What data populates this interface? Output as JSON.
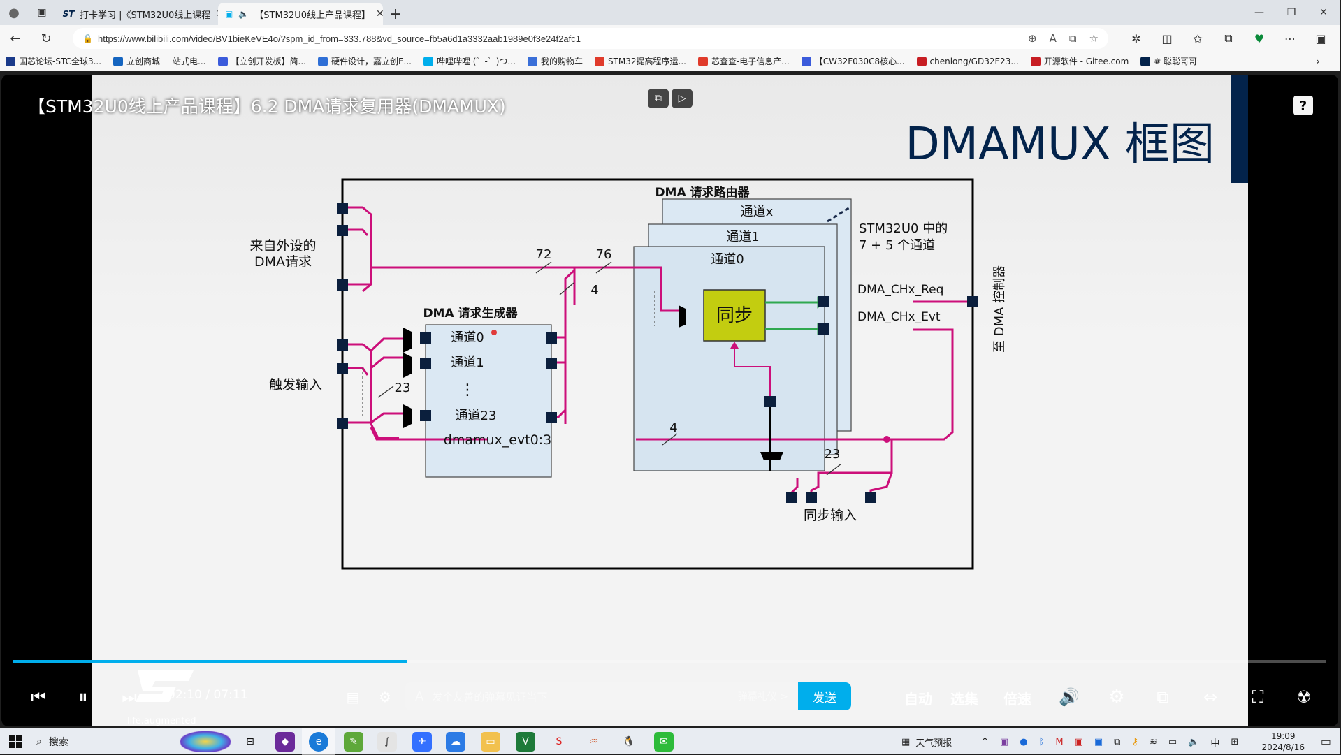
{
  "browser": {
    "tabs": [
      {
        "label": "打卡学习 |《STM32U0线上课程",
        "active": false,
        "icon": "st-icon"
      },
      {
        "label": "【STM32U0线上产品课程】",
        "active": true,
        "icon": "bilibili-icon"
      }
    ],
    "url": "https://www.bilibili.com/video/BV1bieKeVE4o/?spm_id_from=333.788&vd_source=fb5a6d1a3332aab1989e0f3e24f2afc1",
    "bookmarks": [
      {
        "label": "国芯论坛-STC全球3...",
        "icon": "stc-icon",
        "color": "#1a3a8a"
      },
      {
        "label": "立创商城_一站式电...",
        "icon": "lc-icon",
        "color": "#1565c0"
      },
      {
        "label": "【立创开发板】简...",
        "icon": "doc-icon",
        "color": "#3b5bdb"
      },
      {
        "label": "硬件设计，嘉立创E...",
        "icon": "h-icon",
        "color": "#2f6fd6"
      },
      {
        "label": "哔哩哔哩 (゜-゜)つ...",
        "icon": "bilibili-icon",
        "color": "#00aeec"
      },
      {
        "label": "我的购物车",
        "icon": "cart-icon",
        "color": "#3a6fd8"
      },
      {
        "label": "STM32提高程序运...",
        "icon": "c-icon",
        "color": "#e03b2b"
      },
      {
        "label": "芯查查-电子信息产...",
        "icon": "xcc-icon",
        "color": "#e03b2b"
      },
      {
        "label": "【CW32F030C8核心...",
        "icon": "doc-icon",
        "color": "#3b5bdb"
      },
      {
        "label": "chenlong/GD32E23...",
        "icon": "gitee-icon",
        "color": "#c71d23"
      },
      {
        "label": "开源软件 - Gitee.com",
        "icon": "gitee-icon",
        "color": "#c71d23"
      },
      {
        "label": "# 聪聪哥哥",
        "icon": "st-icon",
        "color": "#03234b"
      }
    ]
  },
  "video": {
    "title": "【STM32U0线上产品课程】6.2 DMA请求复用器(DMAMUX)",
    "slide_title": "DMAMUX 框图",
    "current_time": "02:10",
    "separator": "/",
    "duration": "07:11",
    "progress": 0.3,
    "danmaku_placeholder": "发个友善的弹幕见证当下",
    "danmaku_etiquette": "弹幕礼仪 >",
    "send_label": "发送",
    "auto_label": "自动",
    "episodes_label": "选集",
    "speed_label": "倍速",
    "logo_text": "life.augmented"
  },
  "diagram": {
    "router_title": "DMA 请求路由器",
    "channel_x": "通道x",
    "channel_1": "通道1",
    "channel_0": "通道0",
    "sync_label": "同步",
    "channels_note_1": "STM32U0 中的",
    "channels_note_2": "7 + 5 个通道",
    "req_label": "DMA_CHx_Req",
    "evt_label": "DMA_CHx_Evt",
    "to_controller": "至 DMA 控制器",
    "periph_req_1": "来自外设的",
    "periph_req_2": "DMA请求",
    "num_72": "72",
    "num_76": "76",
    "num_4a": "4",
    "gen_title": "DMA 请求生成器",
    "gen_ch0": "通道0",
    "gen_ch1": "通道1",
    "gen_dots": "⋮",
    "gen_ch23": "通道23",
    "trigger_in": "触发输入",
    "num_23a": "23",
    "evt_bus": "dmamux_evt0:3",
    "num_4b": "4",
    "num_23b": "23",
    "sync_in": "同步输入"
  },
  "taskbar": {
    "search_label": "搜索",
    "weather_label": "天气预报",
    "ime_label": "中",
    "time": "19:09",
    "date": "2024/8/16"
  }
}
